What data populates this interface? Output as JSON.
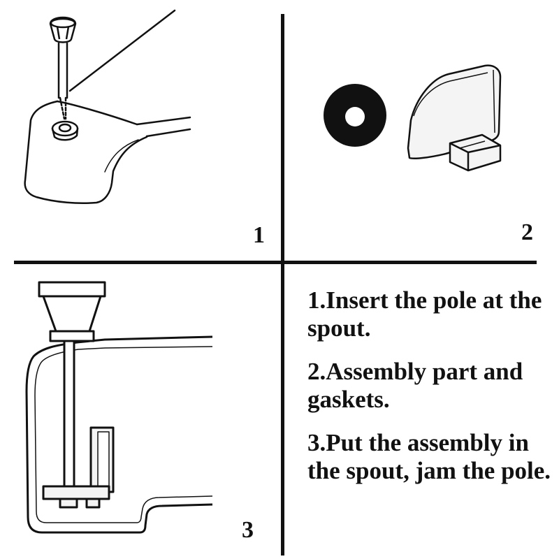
{
  "panels": {
    "panel1": {
      "number": "1"
    },
    "panel2": {
      "number": "2"
    },
    "panel3": {
      "number": "3"
    }
  },
  "instructions": [
    {
      "text": "1.Insert the pole at the spout."
    },
    {
      "text": "2.Assembly part and gaskets."
    },
    {
      "text": "3.Put the assembly in the spout, jam the pole."
    }
  ],
  "colors": {
    "ink": "#111111",
    "background": "#ffffff",
    "part_fill": "#f4f4f4"
  }
}
